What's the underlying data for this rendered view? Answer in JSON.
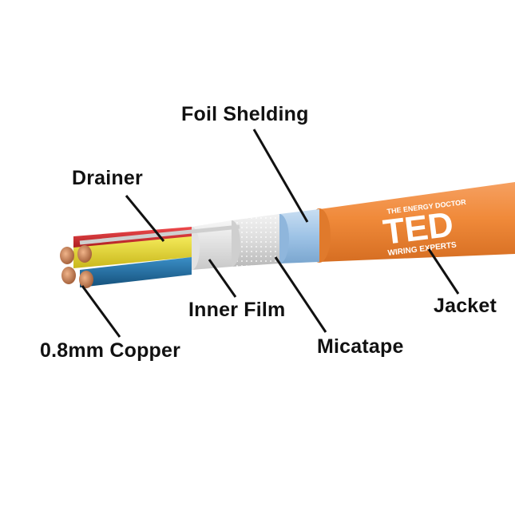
{
  "diagram": {
    "labels": {
      "foil_shielding": "Foil Shelding",
      "drainer": "Drainer",
      "inner_film": "Inner Film",
      "copper": "0.8mm Copper",
      "micatape": "Micatape",
      "jacket": "Jacket"
    },
    "brand": {
      "tagline": "THE ENERGY DOCTOR",
      "logo": "TED",
      "subline": "WIRING EXPERTS"
    },
    "colors": {
      "jacket": "#f08a3a",
      "foil": "#9ec3e6",
      "red_core": "#d8262a",
      "yellow_core": "#e9dc2a",
      "blue_core": "#1f6fa6",
      "copper": "#c97a4a"
    }
  }
}
